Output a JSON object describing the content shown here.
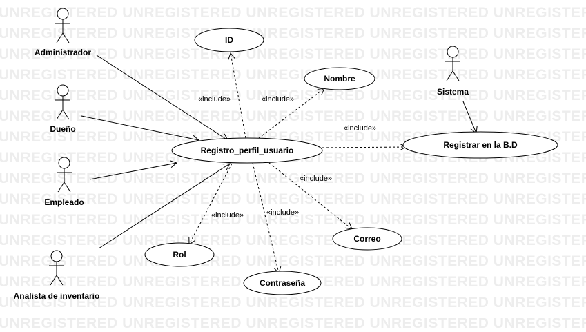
{
  "watermark": {
    "text": "UNREGISTERED",
    "rows": 16,
    "repeat": 5
  },
  "actors": {
    "administrador": "Administrador",
    "dueno": "Dueño",
    "empleado": "Empleado",
    "analista": "Analista de inventario",
    "sistema": "Sistema"
  },
  "use_cases": {
    "id": "ID",
    "nombre": "Nombre",
    "registro": "Registro_perfil_usuario",
    "registrar_bd": "Registrar en la B.D",
    "correo": "Correo",
    "rol": "Rol",
    "contrasena": "Contraseña"
  },
  "relations": {
    "include_id": "«include»",
    "include_nombre": "«include»",
    "include_registrar": "«include»",
    "include_correo": "«include»",
    "include_contrasena": "«include»",
    "include_rol": "«include»"
  }
}
